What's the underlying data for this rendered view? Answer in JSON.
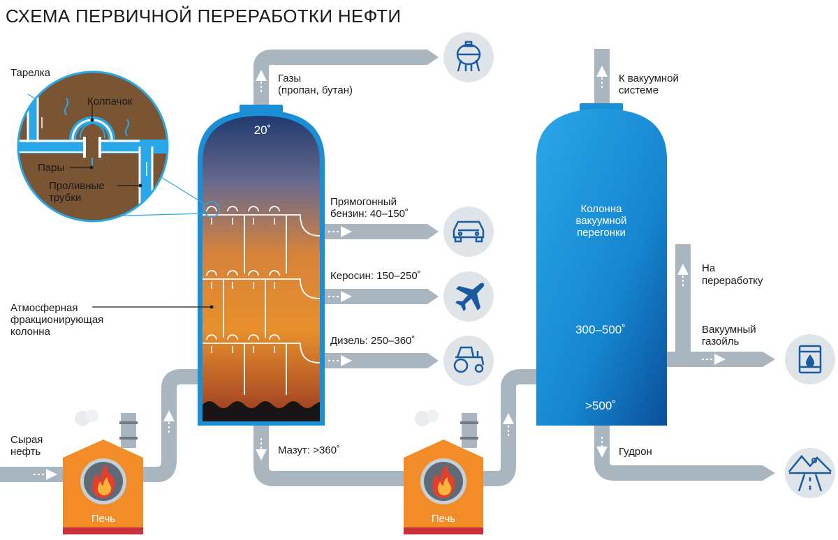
{
  "title": "СХЕМА ПЕРВИЧНОЙ ПЕРЕРАБОТКИ НЕФТИ",
  "inset": {
    "tray": "Тарелка",
    "cap": "Колпачок",
    "vapors": "Пары",
    "downcomer_line1": "Проливные",
    "downcomer_line2": "трубки"
  },
  "atmospheric_column": {
    "label_line1": "Атмосферная",
    "label_line2": "фракционирующая",
    "label_line3": "колонна",
    "top_temp": "20˚"
  },
  "feed": {
    "line1": "Сырая",
    "line2": "нефть"
  },
  "furnace_label": "Печь",
  "products": {
    "gases_line1": "Газы",
    "gases_line2": "(пропан, бутан)",
    "gasoline_line1": "Прямогонный",
    "gasoline_line2": "бензин: 40–150˚",
    "kerosene": "Керосин: 150–250˚",
    "diesel": "Дизель: 250–360˚",
    "mazut": "Мазут: >360˚"
  },
  "vacuum_column": {
    "label_line1": "Колонна",
    "label_line2": "вакуумной",
    "label_line3": "перегонки",
    "mid_temp": "300–500˚",
    "bottom_temp": ">500˚",
    "to_vacuum_line1": "К вакуумной",
    "to_vacuum_line2": "системе",
    "to_processing_line1": "На",
    "to_processing_line2": "переработку",
    "gasoil_line1": "Вакуумный",
    "gasoil_line2": "газойль",
    "tar": "Гудрон"
  },
  "icons": [
    "gas-tank-icon",
    "car-icon",
    "airplane-icon",
    "tractor-icon",
    "barrel-icon",
    "asphalt-road-icon",
    "fire-icon"
  ],
  "colors": {
    "pipe": "#a9b5bf",
    "column_blue": "#1b8fd6",
    "column_blue_dark": "#0b5ea8",
    "furnace": "#f28c28",
    "furnace_base": "#c8303c",
    "icon_circle": "#dfe4e8",
    "icon_stroke": "#1a5aa0"
  }
}
